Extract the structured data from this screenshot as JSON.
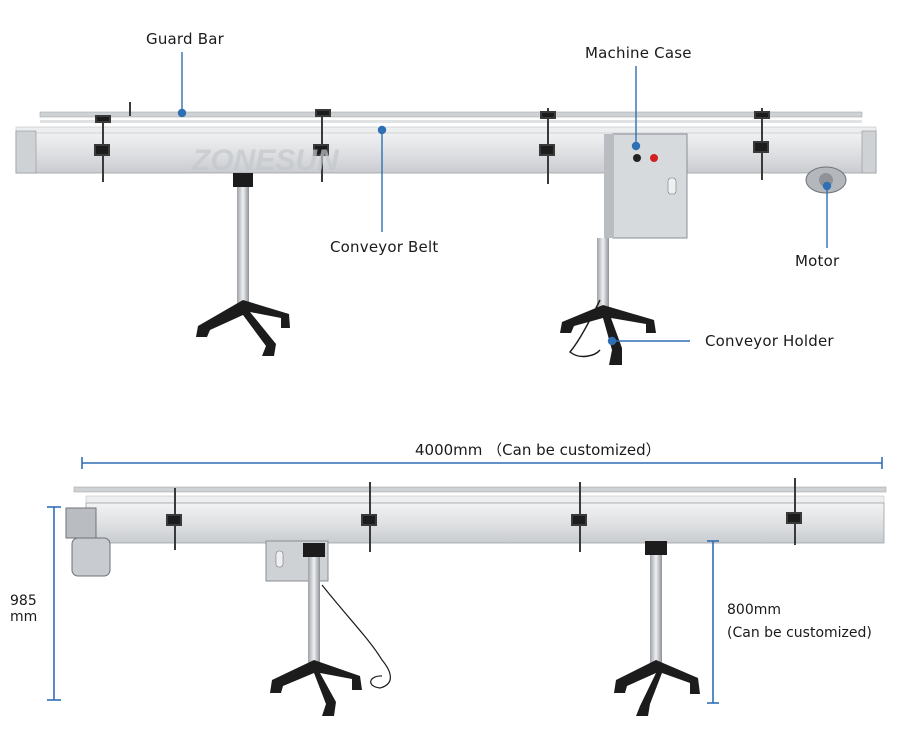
{
  "labels": {
    "guard_bar": "Guard Bar",
    "machine_case": "Machine Case",
    "conveyor_belt": "Conveyor Belt",
    "motor": "Motor",
    "conveyor_holder": "Conveyor Holder"
  },
  "dimensions": {
    "length": "4000mm （Can be customized）",
    "height_value": "985",
    "height_unit": "mm",
    "leg_height": "800mm",
    "leg_note": "(Can be customized)"
  },
  "watermark": "ZONESUN",
  "colors": {
    "callout": "#2f6fb3",
    "dimension": "#2f6fb3",
    "steel": "#d9dcdf",
    "steel_dark": "#a9adb2",
    "black_part": "#1c1c1c"
  }
}
